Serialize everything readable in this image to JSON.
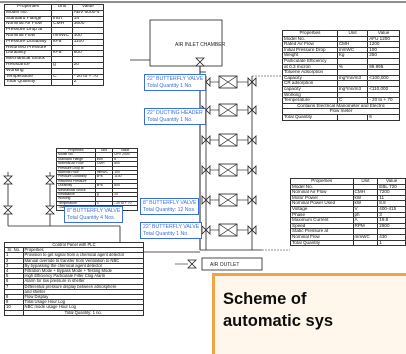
{
  "inlet_label": "AIR INLET CHAMBER",
  "outlet_label": "AIR OUTLET",
  "chamber_label": "",
  "blue_notes": {
    "top_butterfly": [
      "22\" BUTTERFLY VALVE",
      "Total Quantity 1 No."
    ],
    "ducting": [
      "22\" DUCTING HEADER",
      "Total Quantity 1 No."
    ],
    "mid_butterfly": [
      "8\" BUTTERFLY VALVE",
      "Total Quantity: 12 Nos."
    ],
    "left_butterfly": [
      "8\" BUTTERFLY VALVE",
      "Total Quantity 4 Nos."
    ],
    "low_butterfly": [
      "22\" BUTTERFLY VALVE",
      "Total Quantity 1 No."
    ]
  },
  "fan_table": {
    "headers": [
      "Properties",
      "Unit",
      "Value"
    ],
    "rows": [
      [
        "Model No.",
        "",
        "ABV 5000-4"
      ],
      [
        "Standard Flange",
        "inch",
        "14"
      ],
      [
        "Nominal Air Flow",
        "CMH",
        "3600"
      ],
      [
        "Pressure Drop at",
        "",
        ""
      ],
      [
        "Nominal Flow",
        "mmWC",
        "100"
      ],
      [
        "Pressure Durability",
        "kPa",
        "1100"
      ],
      [
        "Returned Pressure",
        "",
        ""
      ],
      [
        "Durability",
        "kPa",
        "800"
      ],
      [
        "Mechanical Shock",
        "",
        ""
      ],
      [
        "Resistance",
        "g",
        "20"
      ],
      [
        "Working",
        "",
        ""
      ],
      [
        "Temperature",
        "C",
        "- 20 to + 70"
      ],
      [
        "Total Quantity",
        "",
        "2"
      ]
    ]
  },
  "mini_table": {
    "headers": [
      "Properties",
      "Unit",
      "Value"
    ],
    "rows": [
      [
        "Model No.",
        "",
        "UPV 2000"
      ],
      [
        "Standard Flange",
        "inch",
        "8"
      ],
      [
        "Nominal Air Flow",
        "CMH",
        "800"
      ],
      [
        "Pressure Drop at",
        "",
        ""
      ],
      [
        "Nominal Flow",
        "mmWC",
        "100"
      ],
      [
        "Pressure Durability",
        "kPa",
        "1100"
      ],
      [
        "Returned Pressure",
        "",
        ""
      ],
      [
        "Durability",
        "kPa",
        "800"
      ],
      [
        "Mechanical Shock",
        "",
        ""
      ],
      [
        "Resistance",
        "g",
        "20"
      ],
      [
        "Working",
        "",
        ""
      ],
      [
        "Temperature",
        "C",
        "- 20 to + 70"
      ],
      [
        "Total Quantity",
        "",
        "4"
      ]
    ]
  },
  "filter_table": {
    "headers": [
      "Properties",
      "Unit",
      "Value"
    ],
    "rows": [
      [
        "Model No.",
        "",
        "AFU 1200"
      ],
      [
        "Rated Air Flow",
        "CMH",
        "1200"
      ],
      [
        "Initial Pressure Drop",
        "mmWC",
        "100"
      ],
      [
        "Weight",
        "Kg",
        "250"
      ],
      [
        "Particulate Efficiency",
        "",
        ""
      ],
      [
        "at 0.3 micron",
        "%",
        "99.995"
      ],
      [
        "Toluene Adsorption",
        "",
        ""
      ],
      [
        "Capacity",
        "mg*mn/m3",
        "<100,000"
      ],
      [
        "CR adsorption",
        "",
        ""
      ],
      [
        "capacity",
        "mg*mn/m3",
        "<110,000"
      ],
      [
        "Working",
        "",
        ""
      ],
      [
        "Temperature",
        "C",
        "- 20 to + 70"
      ],
      [
        "Contains Electrical Manometer and Electric",
        "",
        ""
      ],
      [
        "Flow meter",
        "",
        ""
      ],
      [
        "Total Quantity",
        "",
        "6"
      ]
    ]
  },
  "blower_table": {
    "headers": [
      "Properties",
      "Unit",
      "Value"
    ],
    "rows": [
      [
        "Model No.",
        "",
        "EBL 720"
      ],
      [
        "Nominal Air Flow",
        "CMH",
        "7200"
      ],
      [
        "Motor Power",
        "kW",
        "11"
      ],
      [
        "Nominal Power Used",
        "kW",
        "8.8"
      ],
      [
        "Voltage",
        "V",
        "400-415"
      ],
      [
        "Phase",
        "ph",
        "3"
      ],
      [
        "Maximum Current",
        "A",
        "19.8"
      ],
      [
        "Speed",
        "RPM",
        "2800"
      ],
      [
        "Static Pressure at",
        "",
        ""
      ],
      [
        "Nominal Flow",
        "mmWC",
        "430"
      ],
      [
        "Total Quantity",
        "",
        "1"
      ]
    ]
  },
  "control_panel": {
    "title": "Control Panel with PLC",
    "headers": [
      "Sr. No.",
      "Properties"
    ],
    "rows": [
      [
        "1",
        "Provision to get signal from a chemical agent detector"
      ],
      [
        "2",
        "Manual override to transfer from Ventilation to NBC"
      ],
      [
        "3",
        "By bypassing the chemical agent detector"
      ],
      [
        "4",
        "Filtration Mode + Bypass Mode + Testing Mode"
      ],
      [
        "5",
        "High Efficiency Particulate Filter Clog Alarm"
      ],
      [
        "6",
        "Alarm for low pressure in shelter"
      ],
      [
        "7",
        "Differential pressure display between atmosphere"
      ],
      [
        "",
        "and shelter"
      ],
      [
        "8",
        "Flow Display"
      ],
      [
        "9",
        "Total Usage Hour Log"
      ],
      [
        "10",
        "NBC mode usage Hour Log"
      ],
      [
        "",
        "Total Quantity: 1 no."
      ]
    ]
  },
  "overlay": {
    "line1": "Scheme of",
    "line2": "automatic sys"
  }
}
